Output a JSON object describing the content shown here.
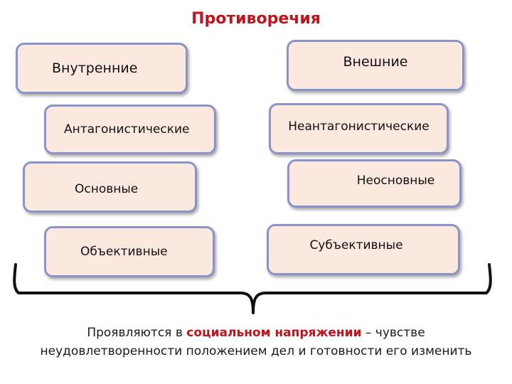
{
  "title": "Противоречия",
  "left_column": {
    "internal": "Внутренние",
    "antagonistic": "Антагонистические",
    "basic": "Основные",
    "objective": "Объективные"
  },
  "right_column": {
    "external": "Внешние",
    "non_antagonistic": "Неантагонистические",
    "non_basic": "Неосновные",
    "subjective": "Субъективные"
  },
  "caption": {
    "prefix": "Проявляются в ",
    "highlight": "социальном напряжении",
    "suffix": " – чувстве неудовлетворенности положением дел и готовности его изменить"
  },
  "colors": {
    "title": "#c0141c",
    "box_fill": "#fbe9e0",
    "box_border": "#8a94c8",
    "highlight": "#c0141c"
  }
}
